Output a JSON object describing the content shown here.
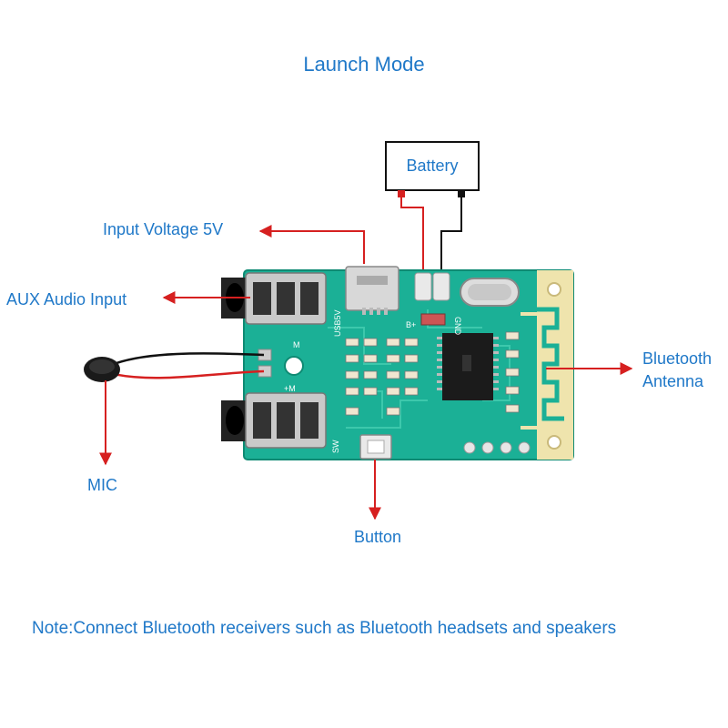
{
  "title": "Launch Mode",
  "labels": {
    "battery": "Battery",
    "input_voltage": "Input Voltage 5V",
    "aux_input": "AUX Audio Input",
    "bluetooth_line1": "Bluetooth",
    "bluetooth_line2": "Antenna",
    "mic": "MIC",
    "button": "Button"
  },
  "pcb_markings": {
    "usb": "USB5V",
    "gnd": "GND",
    "bplus": "B+",
    "sw": "SW",
    "m": "M",
    "lm": "+M"
  },
  "note": "Note:Connect Bluetooth receivers such as Bluetooth headsets and speakers",
  "colors": {
    "label_blue": "#1f78c8",
    "arrow_red": "#d62020",
    "pcb_green": "#1bb096",
    "pcb_dark": "#0e8a73",
    "antenna_cream": "#efe4ad"
  }
}
